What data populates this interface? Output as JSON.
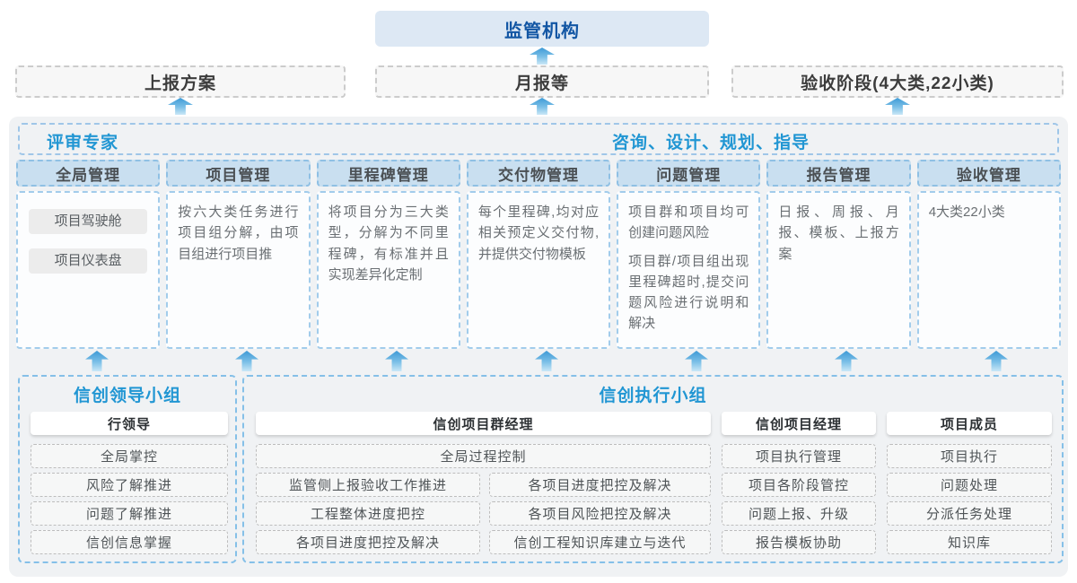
{
  "colors": {
    "accent_blue": "#2196d3",
    "dark_blue": "#1256a4",
    "regulator_bg": "#dde8f4",
    "column_header_bg": "#c9dff0",
    "container_bg": "#f0f2f4",
    "arrow_blue": "#3d9ad6"
  },
  "top": {
    "regulator": "监管机构",
    "channels": [
      "上报方案",
      "月报等",
      "验收阶段(4大类,22小类)"
    ]
  },
  "platform": {
    "left_label": "评审专家",
    "right_label": "咨询、设计、规划、指导",
    "columns": [
      {
        "title": "全局管理",
        "buttons": [
          "项目驾驶舱",
          "项目仪表盘"
        ]
      },
      {
        "title": "项目管理",
        "text": "按六大类任务进行项目组分解，由项目组进行项目推"
      },
      {
        "title": "里程碑管理",
        "text": "将项目分为三大类型，分解为不同里程碑，有标准并且实现差异化定制"
      },
      {
        "title": "交付物管理",
        "text": "每个里程碑,均对应相关预定义交付物,并提供交付物模板"
      },
      {
        "title": "问题管理",
        "text": "项目群和项目均可创建问题风险",
        "text2": "项目群/项目组出现里程碑超时,提交问题风险进行说明和解决"
      },
      {
        "title": "报告管理",
        "text": "日报、周报、月报、模板、上报方案"
      },
      {
        "title": "验收管理",
        "text": "4大类22小类"
      }
    ]
  },
  "teams": {
    "leader": {
      "title": "信创领导小组",
      "role": "行领导",
      "items": [
        "全局掌控",
        "风险了解推进",
        "问题了解推进",
        "信创信息掌握"
      ]
    },
    "exec": {
      "title": "信创执行小组",
      "program_manager": {
        "role": "信创项目群经理",
        "full_item": "全局过程控制",
        "left_items": [
          "监管侧上报验收工作推进",
          "工程整体进度把控",
          "各项目进度把控及解决"
        ],
        "right_items": [
          "各项目进度把控及解决",
          "各项目风险把控及解决",
          "信创工程知识库建立与迭代"
        ]
      },
      "project_manager": {
        "role": "信创项目经理",
        "items": [
          "项目执行管理",
          "项目各阶段管控",
          "问题上报、升级",
          "报告模板协助"
        ]
      },
      "member": {
        "role": "项目成员",
        "items": [
          "项目执行",
          "问题处理",
          "分派任务处理",
          "知识库"
        ]
      }
    }
  }
}
